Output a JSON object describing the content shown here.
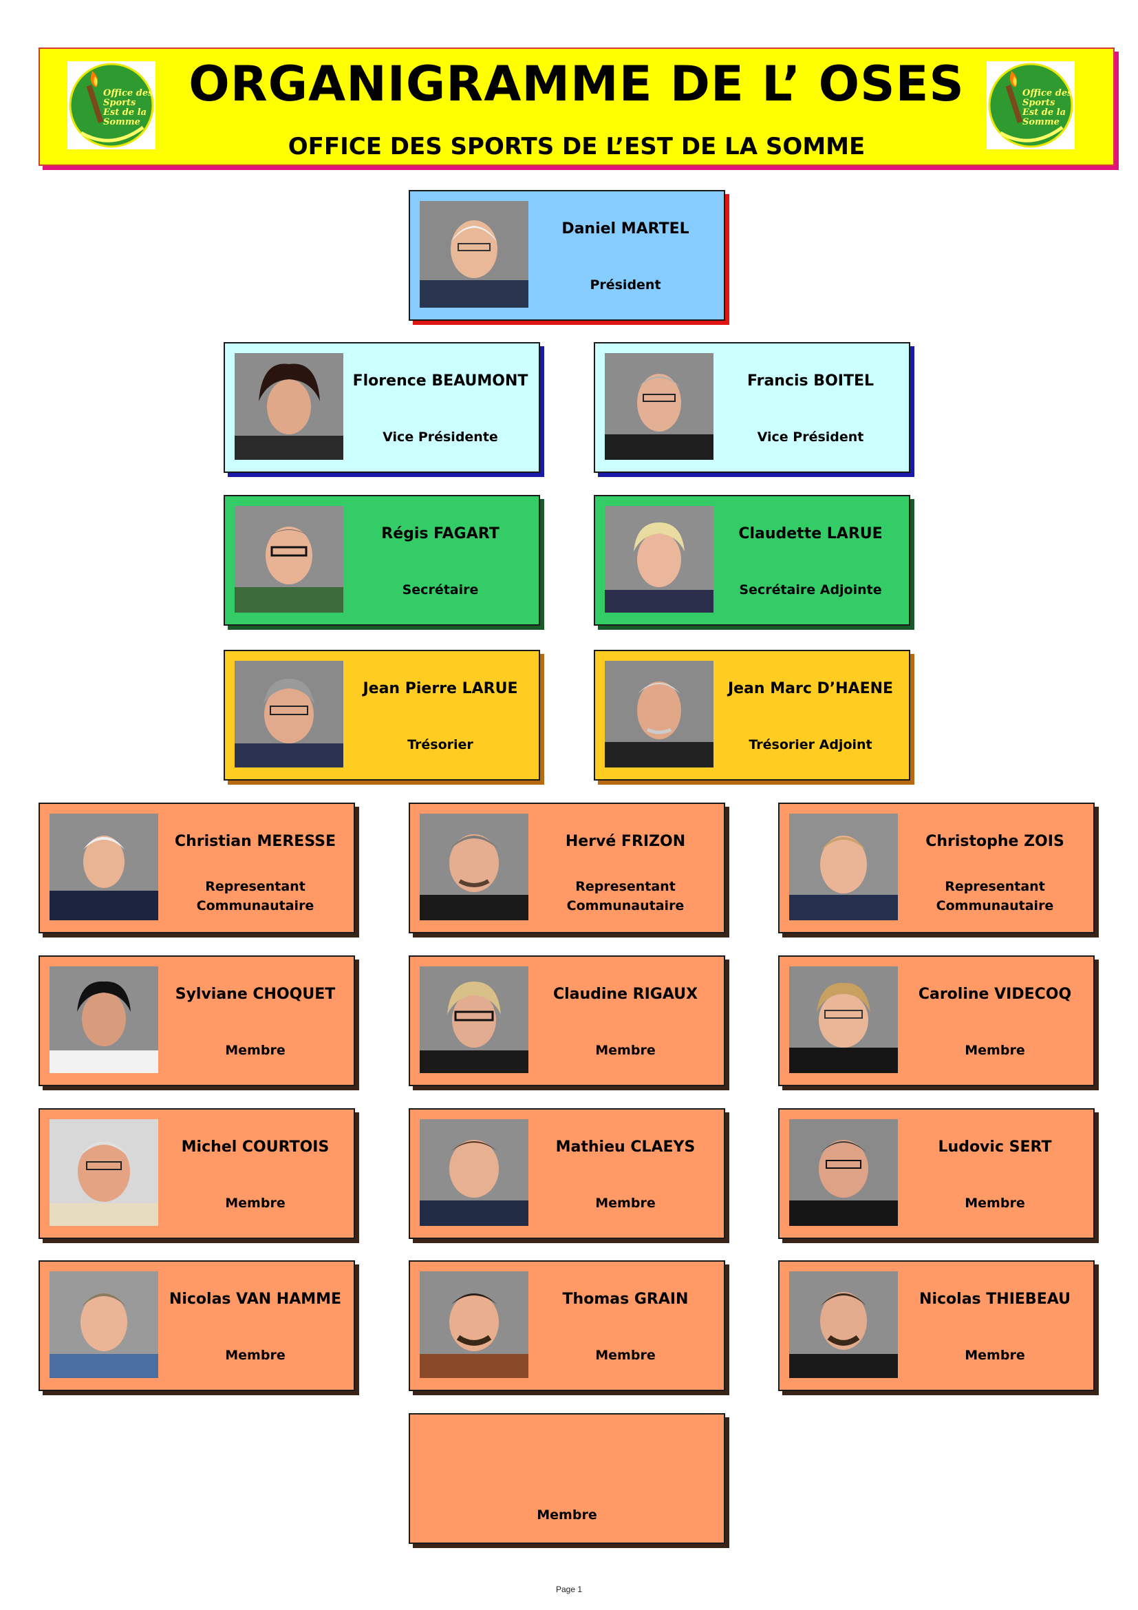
{
  "header": {
    "title": "ORGANIGRAMME DE L’ OSES",
    "subtitle": "OFFICE DES SPORTS DE L’EST DE LA SOMME",
    "logo_text": [
      "Office des",
      "Sports",
      "Est de la",
      "Somme"
    ]
  },
  "president": {
    "name": "Daniel MARTEL",
    "role": "Président"
  },
  "vice": [
    {
      "name": "Florence BEAUMONT",
      "role": "Vice Présidente"
    },
    {
      "name": "Francis BOITEL",
      "role": "Vice Président"
    }
  ],
  "secretaries": [
    {
      "name": "Régis FAGART",
      "role": "Secrétaire"
    },
    {
      "name": "Claudette LARUE",
      "role": "Secrétaire Adjointe"
    }
  ],
  "treasurers": [
    {
      "name": "Jean Pierre LARUE",
      "role": "Trésorier"
    },
    {
      "name": "Jean Marc D’HAENE",
      "role": "Trésorier Adjoint"
    }
  ],
  "representatives": [
    {
      "name": "Christian MERESSE",
      "role_line1": "Representant",
      "role_line2": "Communautaire"
    },
    {
      "name": "Hervé FRIZON",
      "role_line1": "Representant",
      "role_line2": "Communautaire"
    },
    {
      "name": "Christophe ZOIS",
      "role_line1": "Representant",
      "role_line2": "Communautaire"
    }
  ],
  "members": [
    {
      "name": "Sylviane CHOQUET",
      "role": "Membre"
    },
    {
      "name": "Claudine RIGAUX",
      "role": "Membre"
    },
    {
      "name": "Caroline VIDECOQ",
      "role": "Membre"
    },
    {
      "name": "Michel COURTOIS",
      "role": "Membre"
    },
    {
      "name": "Mathieu CLAEYS",
      "role": "Membre"
    },
    {
      "name": "Ludovic SERT",
      "role": "Membre"
    },
    {
      "name": "Nicolas VAN HAMME",
      "role": "Membre"
    },
    {
      "name": "Thomas GRAIN",
      "role": "Membre"
    },
    {
      "name": "Nicolas THIEBEAU",
      "role": "Membre"
    }
  ],
  "vacant_member": {
    "role": "Membre"
  },
  "footer": {
    "page": "Page 1"
  },
  "colors": {
    "header_bg": "#ffff00",
    "president_bg": "#87ccff",
    "vice_bg": "#ccffff",
    "secretary_bg": "#33cc66",
    "treasurer_bg": "#ffcc22",
    "member_bg": "#ff9966"
  }
}
